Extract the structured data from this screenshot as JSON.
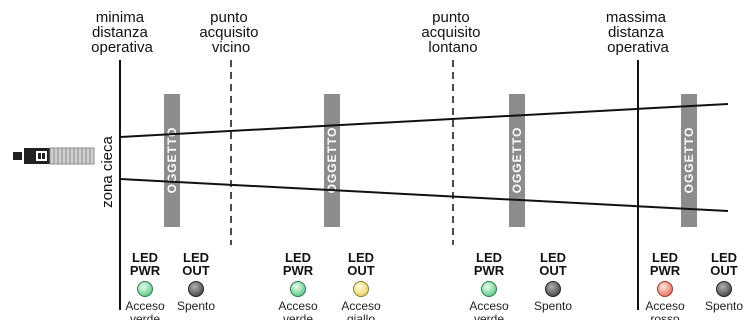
{
  "labels": {
    "min_distance": [
      "minima",
      "distanza",
      "operativa"
    ],
    "near_point": [
      "punto",
      "acquisito",
      "vicino"
    ],
    "far_point": [
      "punto",
      "acquisito",
      "lontano"
    ],
    "max_distance": [
      "massima",
      "distanza",
      "operativa"
    ],
    "blind_zone": "zona cieca"
  },
  "object_label": "OGGETTO",
  "led_groups": [
    {
      "pwr": {
        "title": [
          "LED",
          "PWR"
        ],
        "status": [
          "Acceso",
          "verde"
        ],
        "color": "#7ed6a0"
      },
      "out": {
        "title": [
          "LED",
          "OUT"
        ],
        "status": [
          "Spento"
        ],
        "color": "#6b6b6b"
      }
    },
    {
      "pwr": {
        "title": [
          "LED",
          "PWR"
        ],
        "status": [
          "Acceso",
          "verde"
        ],
        "color": "#7ed6a0"
      },
      "out": {
        "title": [
          "LED",
          "OUT"
        ],
        "status": [
          "Acceso",
          "giallo"
        ],
        "color": "#f3e08a"
      }
    },
    {
      "pwr": {
        "title": [
          "LED",
          "PWR"
        ],
        "status": [
          "Acceso",
          "verde"
        ],
        "color": "#7ed6a0"
      },
      "out": {
        "title": [
          "LED",
          "OUT"
        ],
        "status": [
          "Spento"
        ],
        "color": "#6b6b6b"
      }
    },
    {
      "pwr": {
        "title": [
          "LED",
          "PWR"
        ],
        "status": [
          "Acceso",
          "rosso"
        ],
        "color": "#f08a7c"
      },
      "out": {
        "title": [
          "LED",
          "OUT"
        ],
        "status": [
          "Spento"
        ],
        "color": "#6b6b6b"
      }
    }
  ]
}
